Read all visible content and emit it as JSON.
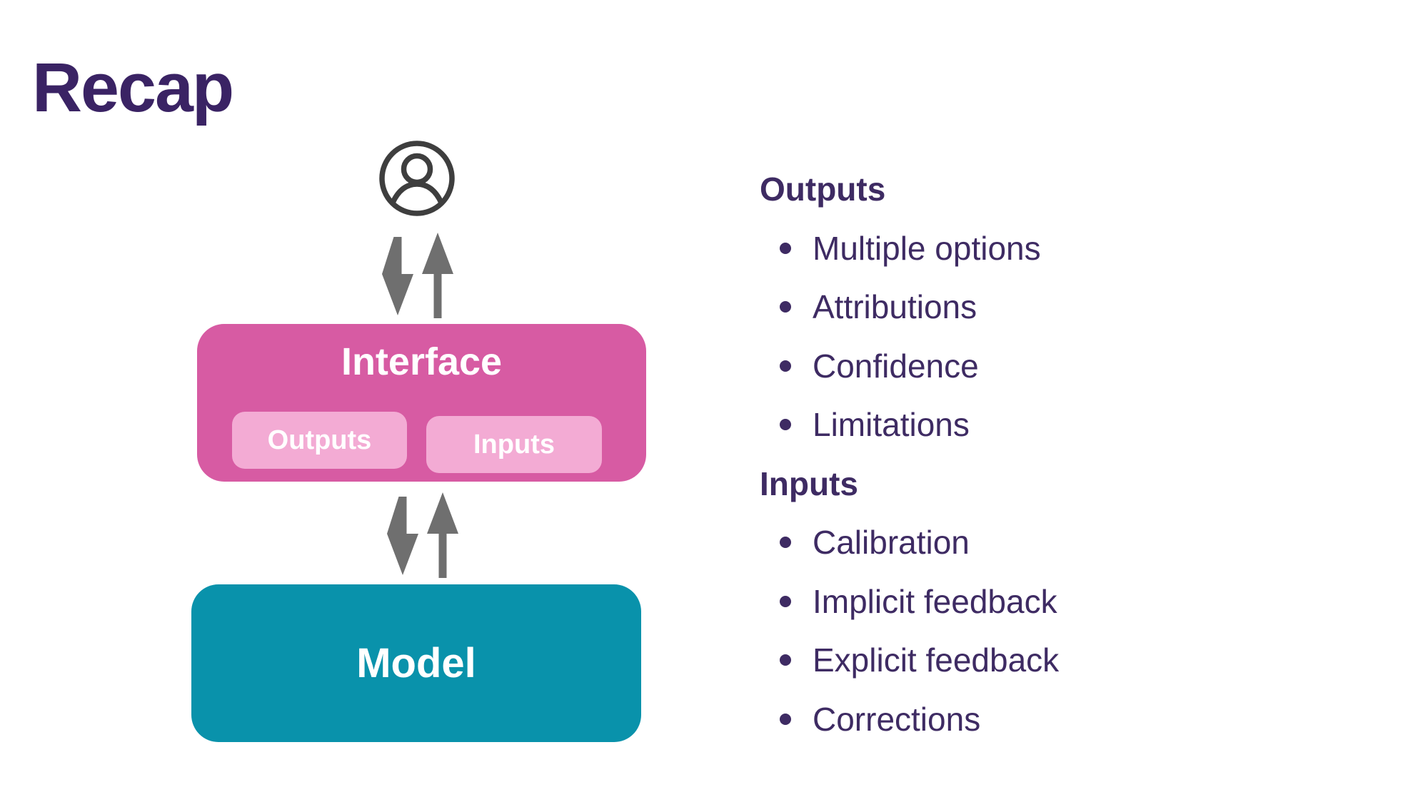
{
  "slide": {
    "title": "Recap"
  },
  "diagram": {
    "user_icon": "person-in-circle",
    "arrows": "bidirectional up-down arrow pairs between user, interface and model",
    "interface_box": {
      "label": "Interface",
      "color": "#d75ba3",
      "sub_boxes": [
        {
          "label": "Outputs",
          "color": "#f3abd4"
        },
        {
          "label": "Inputs",
          "color": "#f3abd4"
        }
      ]
    },
    "model_box": {
      "label": "Model",
      "color": "#0992ab"
    }
  },
  "right_panel": {
    "sections": [
      {
        "heading": "Outputs",
        "items": [
          "Multiple options",
          "Attributions",
          "Confidence",
          "Limitations"
        ]
      },
      {
        "heading": "Inputs",
        "items": [
          "Calibration",
          "Implicit feedback",
          "Explicit feedback",
          "Corrections"
        ]
      }
    ]
  },
  "colors": {
    "title_text": "#3a2364",
    "body_text": "#3e2b63",
    "interface_pink": "#d75ba3",
    "sub_box_pink": "#f3abd4",
    "model_teal": "#0992ab",
    "arrow_gray": "#6f6f6f",
    "icon_gray": "#3e3e3e",
    "box_label_white": "#ffffff",
    "background": "#ffffff"
  }
}
